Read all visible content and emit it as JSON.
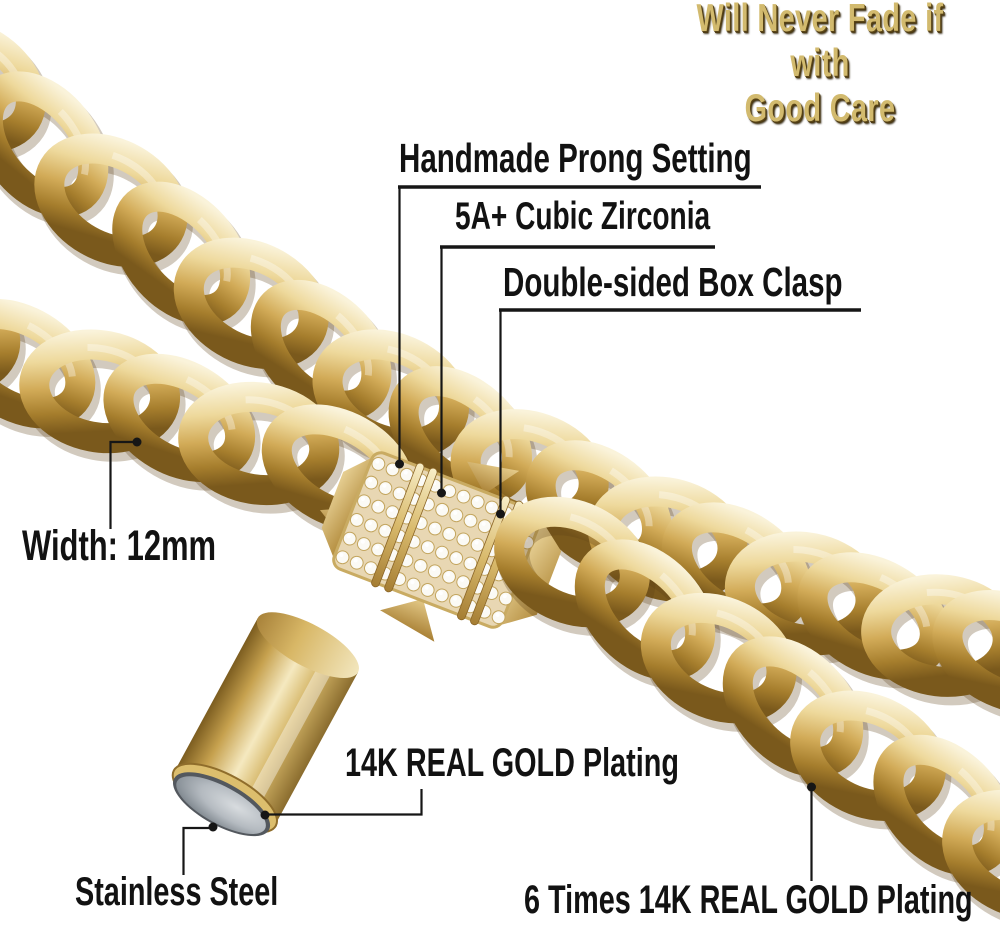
{
  "claims": {
    "durability_line1": "Will Never Fade if with",
    "durability_line2": "Good Care"
  },
  "callouts": {
    "prong_setting": "Handmade Prong Setting",
    "cubic_zirconia": "5A+ Cubic Zirconia",
    "box_clasp": "Double-sided Box Clasp",
    "chain_width": "Width: 12mm",
    "gold_plating": "14K REAL GOLD Plating",
    "core_material": "Stainless Steel",
    "plating_layers": "6 Times 14K REAL GOLD Plating"
  },
  "colors": {
    "background": "#ffffff",
    "gold_accent": "#c9a24a",
    "gold_highlight": "#f5e9c0",
    "gold_shadow": "#7a591c",
    "title_gold": "#d2ba6e",
    "title_shadow": "#4c3a12",
    "label_black": "#121212",
    "callout_line": "#161616",
    "steel_gray": "#aab0b5",
    "stone_white": "#fbfaf5"
  }
}
